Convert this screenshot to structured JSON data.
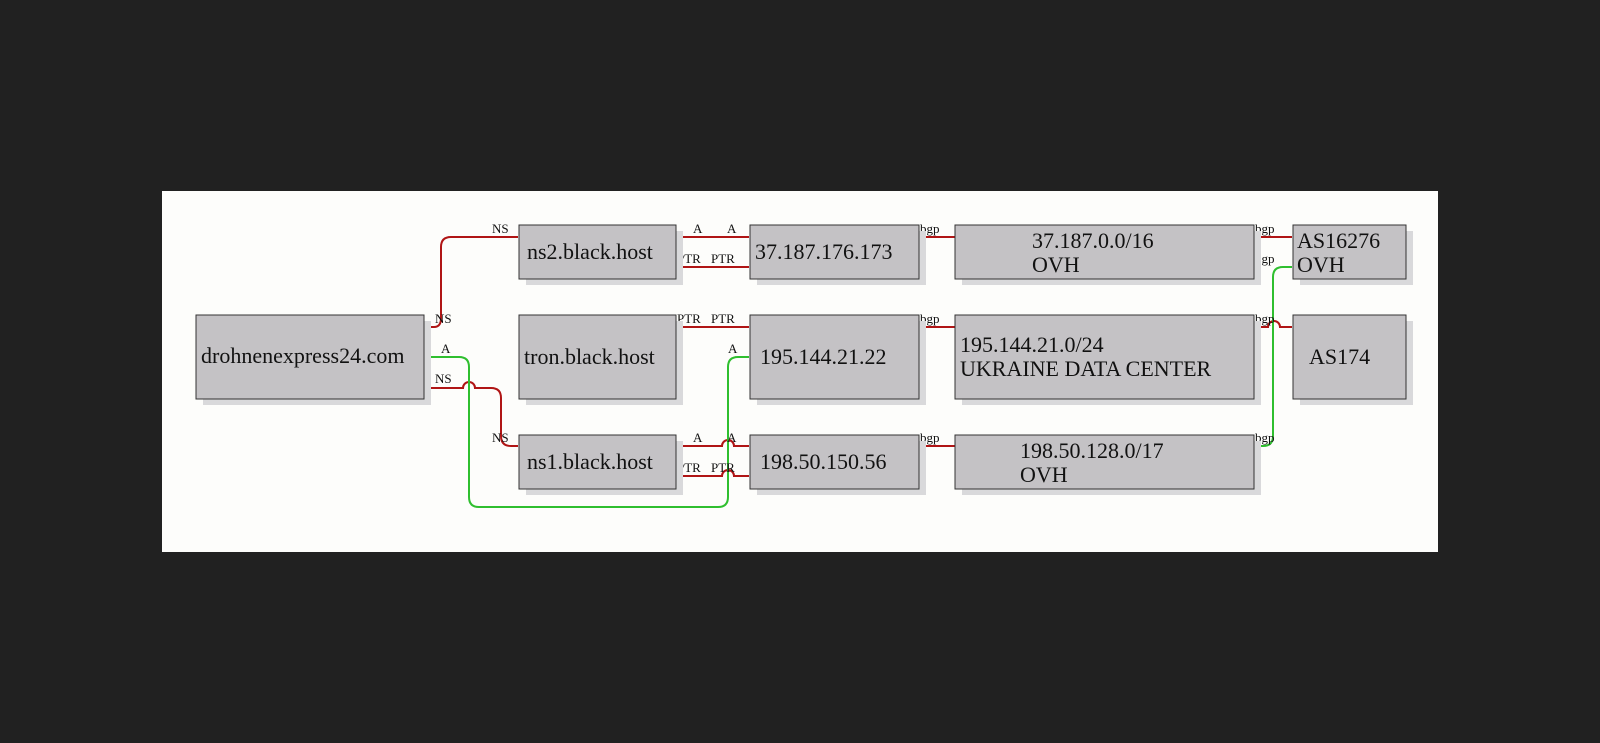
{
  "diagram": {
    "nodes": {
      "domain": {
        "lines": [
          "drohnenexpress24.com"
        ]
      },
      "ns2": {
        "lines": [
          "ns2.black.host"
        ]
      },
      "tron": {
        "lines": [
          "tron.black.host"
        ]
      },
      "ns1": {
        "lines": [
          "ns1.black.host"
        ]
      },
      "ip1": {
        "lines": [
          "37.187.176.173"
        ]
      },
      "ip2": {
        "lines": [
          "195.144.21.22"
        ]
      },
      "ip3": {
        "lines": [
          "198.50.150.56"
        ]
      },
      "net1": {
        "lines": [
          "37.187.0.0/16",
          "OVH"
        ]
      },
      "net2": {
        "lines": [
          "195.144.21.0/24",
          "UKRAINE DATA CENTER"
        ]
      },
      "net3": {
        "lines": [
          "198.50.128.0/17",
          "OVH"
        ]
      },
      "as1": {
        "lines": [
          "AS16276",
          "OVH"
        ]
      },
      "as2": {
        "lines": [
          "AS174"
        ]
      }
    },
    "edge_labels": {
      "ns": "NS",
      "a": "A",
      "ptr": "PTR",
      "bgp": "bgp"
    },
    "colors": {
      "background": "#212121",
      "canvas": "#fdfdfb",
      "node_fill": "#c4c2c5",
      "edge_red": "#b01515",
      "edge_green": "#2fbf2f"
    }
  }
}
